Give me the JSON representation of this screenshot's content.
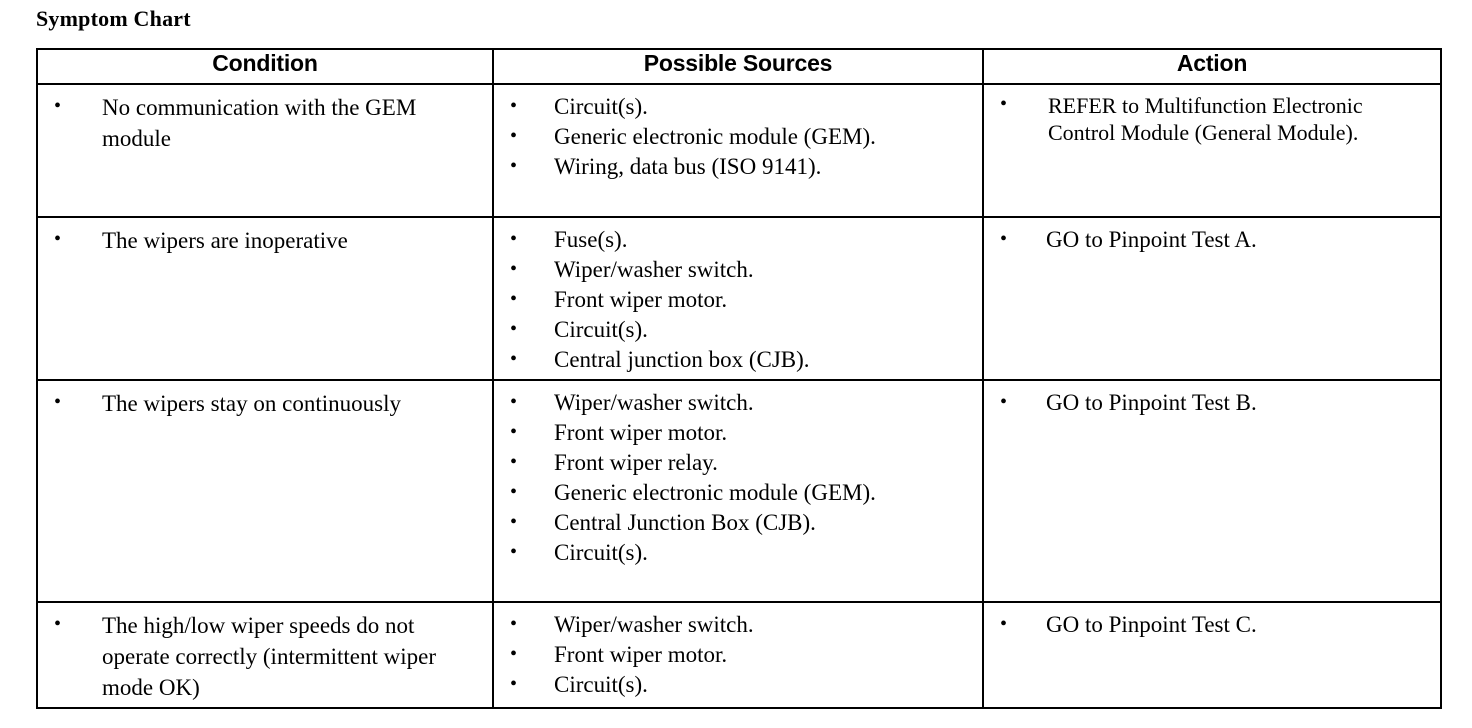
{
  "document": {
    "title": "Symptom Chart"
  },
  "table": {
    "headers": [
      "Condition",
      "Possible Sources",
      "Action"
    ],
    "rows": [
      {
        "condition": [
          "No communication with the GEM module"
        ],
        "sources": [
          "Circuit(s).",
          "Generic electronic module (GEM).",
          "Wiring, data bus (ISO 9141)."
        ],
        "actions": [
          "REFER to Multifunction Electronic Control Module (General Module)."
        ]
      },
      {
        "condition": [
          "The wipers are inoperative"
        ],
        "sources": [
          "Fuse(s).",
          "Wiper/washer switch.",
          "Front wiper motor.",
          "Circuit(s).",
          "Central junction box (CJB)."
        ],
        "actions": [
          "GO to Pinpoint Test A."
        ]
      },
      {
        "condition": [
          "The wipers stay on continuously"
        ],
        "sources": [
          "Wiper/washer switch.",
          "Front wiper motor.",
          "Front wiper relay.",
          "Generic electronic module (GEM).",
          "Central Junction Box (CJB).",
          "Circuit(s)."
        ],
        "actions": [
          "GO to Pinpoint Test B."
        ]
      },
      {
        "condition": [
          "The high/low wiper speeds do not operate correctly (intermittent wiper mode OK)"
        ],
        "sources": [
          "Wiper/washer switch.",
          "Front wiper motor.",
          "Circuit(s)."
        ],
        "actions": [
          "GO to Pinpoint Test C."
        ]
      }
    ]
  },
  "style": {
    "border_color": "#000000",
    "text_color": "#000000",
    "background_color": "#ffffff"
  }
}
